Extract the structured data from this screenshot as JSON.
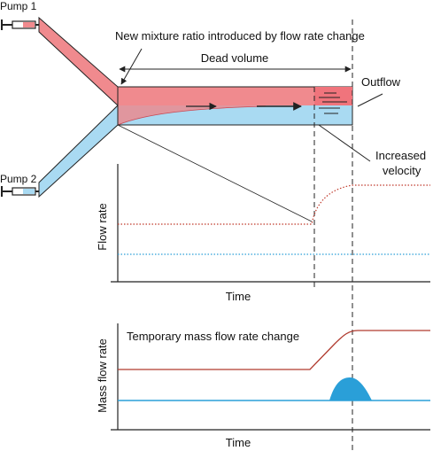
{
  "labels": {
    "pump1": "Pump 1",
    "pump2": "Pump 2",
    "new_mixture": "New mixture ratio introduced by flow rate change",
    "dead_volume": "Dead volume",
    "outflow": "Outflow",
    "increased_velocity_line1": "Increased",
    "increased_velocity_line2": "velocity",
    "flow_rate_axis": "Flow rate",
    "time_axis_top": "Time",
    "mass_flow_rate_axis": "Mass flow rate",
    "temporary_change": "Temporary mass flow rate change",
    "time_axis_bottom": "Time"
  },
  "colors": {
    "pump1_fluid": "#F08A8E",
    "pump2_fluid": "#A9DAF2",
    "red_trace": "#C0392B",
    "blue_trace": "#2A9FD8",
    "mass_change_fill": "#2A9FD8",
    "outline": "#222222"
  },
  "icons": {
    "pump1": "syringe-pump-icon",
    "pump2": "syringe-pump-icon"
  }
}
